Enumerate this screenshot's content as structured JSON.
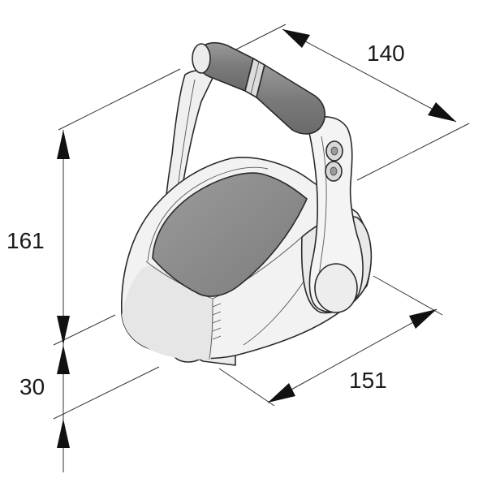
{
  "dimensions": {
    "width_top": "140",
    "height_main": "161",
    "height_base": "30",
    "depth_bottom": "151"
  },
  "colors": {
    "body": "#f2f2f2",
    "body_shade": "#e3e3e3",
    "grip": "#7d7d7d",
    "panel": "#8a8a8a",
    "outline": "#2a2a2a",
    "arrow": "#111111"
  }
}
